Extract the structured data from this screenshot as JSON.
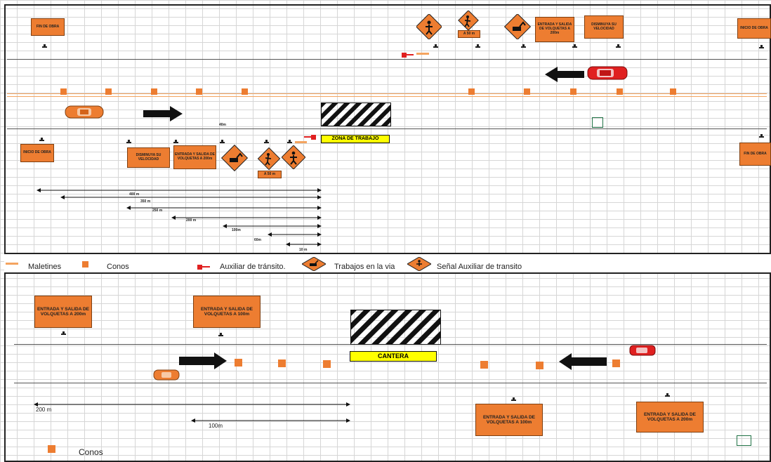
{
  "top": {
    "signs_far": {
      "fin_obra": "FIN DE OBRA",
      "entrada_salida": "ENTRADA Y SALIDA DE VOLQUETAS A 200m",
      "disminuya": "DISMINUYA SU VELOCIDAD",
      "inicio_obra": "INICIO DE OBRA",
      "a_50m": "A 50 m"
    },
    "signs_near": {
      "inicio_obra": "INICIO DE OBRA",
      "disminuya": "DISMINUYA SU VELOCIDAD",
      "entrada_salida": "ENTRADA Y SALIDA DE VOLQUETAS A 200m",
      "a_50m": "A 50 m",
      "fin_obra": "FIN DE OBRA"
    },
    "work_zone_label": "ZONA DE TRABAJO",
    "dim_40m": "40m",
    "dimensions": [
      "400 m",
      "350 m",
      "250 m",
      "200 m",
      "100m",
      "60m",
      "10 m"
    ]
  },
  "legend": {
    "maletines": "Maletines",
    "conos": "Conos",
    "auxiliar": "Auxiliar de tránsito.",
    "trabajos": "Trabajos en la via",
    "senal": "Señal Auxiliar de transito"
  },
  "bottom": {
    "sign_200_left": "ENTRADA Y SALIDA DE VOLQUETAS A 200m",
    "sign_100_left": "ENTRADA Y SALIDA DE VOLQUETAS A 100m",
    "cantera_label": "CANTERA",
    "sign_100_right": "ENTRADA Y SALIDA DE VOLQUETAS A 100m",
    "sign_200_right": "ENTRADA Y SALIDA DE VOLQUETAS A 200m",
    "dim_200": "200 m",
    "dim_100": "100m",
    "legend_conos": "Conos"
  },
  "colors": {
    "orange": "#ed7d31",
    "yellow": "#ffff00",
    "red": "#e02020",
    "road": "#555555"
  }
}
